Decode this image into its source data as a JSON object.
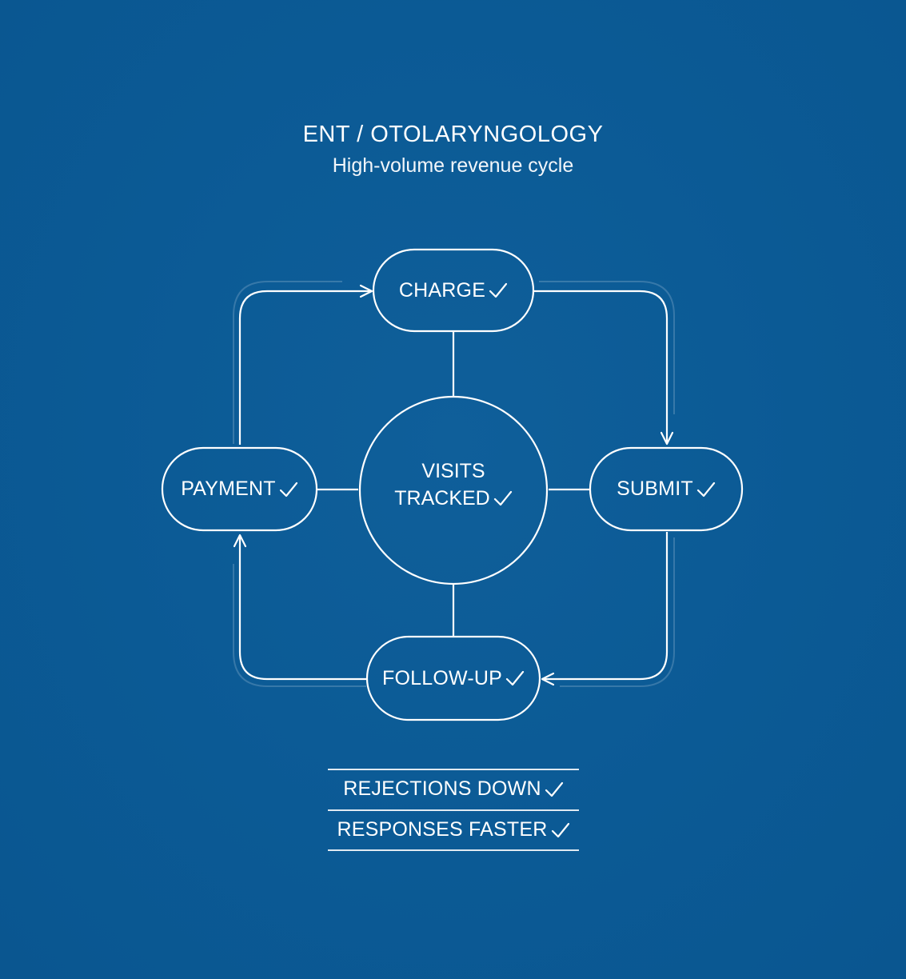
{
  "header": {
    "title": "ENT / OTOLARYNGOLOGY",
    "subtitle": "High-volume revenue cycle"
  },
  "nodes": {
    "charge": "CHARGE",
    "submit": "SUBMIT",
    "follow_up": "FOLLOW-UP",
    "payment": "PAYMENT",
    "center_line1": "VISITS",
    "center_line2": "TRACKED"
  },
  "results": {
    "row1": "REJECTIONS DOWN",
    "row2": "RESPONSES FASTER"
  },
  "icons": {
    "check": "check-icon"
  },
  "colors": {
    "background": "#0b5a95",
    "stroke": "#ffffff",
    "text": "#ffffff"
  }
}
